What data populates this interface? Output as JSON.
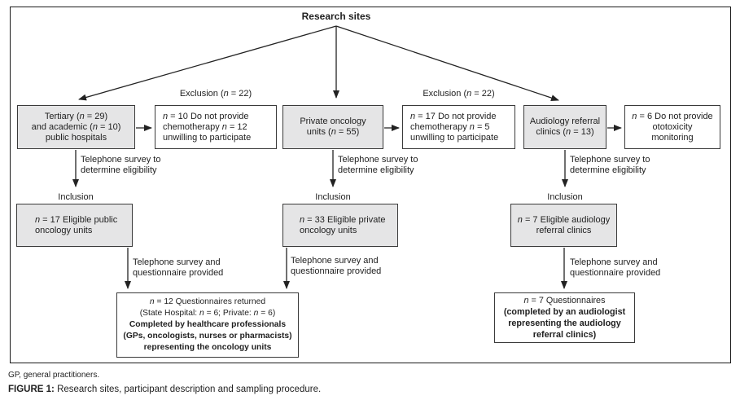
{
  "figure": {
    "title": "Research sites",
    "footnote": "GP, general practitioners.",
    "caption": {
      "label": "FIGURE 1:",
      "text": " Research sites, participant description and sampling procedure."
    }
  },
  "shared": {
    "inclusion_label": "Inclusion",
    "exclusion_label": "Exclusion (*n* = 22)",
    "survey_eligibility_line1": "Telephone survey to",
    "survey_eligibility_line2": "determine eligibility",
    "survey_questionnaire_line1": "Telephone survey and",
    "survey_questionnaire_line2": "questionnaire provided"
  },
  "sites": {
    "public": {
      "line1": "Tertiary (*n* = 29)",
      "line2": "and academic (*n* = 10)",
      "line3": "public hospitals"
    },
    "private": {
      "line1": "Private oncology",
      "line2": "units (*n* = 55)"
    },
    "audiology": {
      "line1": "Audiology referral",
      "line2": "clinics (*n* = 13)"
    }
  },
  "exclusions": {
    "public": {
      "line1": "*n* = 10 Do not provide",
      "line2": "chemotherapy *n* = 12",
      "line3": "unwilling to participate"
    },
    "private": {
      "line1": "*n* = 17 Do not provide",
      "line2": "chemotherapy *n* =  5",
      "line3": "unwilling to participate"
    },
    "audiology": {
      "line1": "*n* = 6 Do not provide",
      "line2": "ototoxicity",
      "line3": "monitoring"
    }
  },
  "eligible": {
    "public": {
      "line1": "*n* = 17 Eligible public",
      "line2": "oncology units"
    },
    "private": {
      "line1": "*n* = 33 Eligible private",
      "line2": "oncology units"
    },
    "audiology": {
      "line1": "*n* = 7 Eligible audiology",
      "line2": "referral clinics"
    }
  },
  "outcomes": {
    "oncology": {
      "line1": "*n* = 12 Questionnaires returned",
      "line2": "(State Hospital: *n* = 6; Private: *n* = 6)",
      "line3": "Completed by healthcare professionals",
      "line4": "(GPs, oncologists, nurses or pharmacists)",
      "line5": "representing the oncology units"
    },
    "audiology": {
      "line1": "*n* = 7 Questionnaires",
      "line2": "(completed by an audiologist",
      "line3": "representing the audiology",
      "line4": "referral clinics)"
    }
  },
  "colors": {
    "node_fill": "#e5e5e6",
    "node_border": "#3a3a3a",
    "frame_border": "#1a1a1a",
    "line": "#222222",
    "text": "#1f1f1f"
  }
}
